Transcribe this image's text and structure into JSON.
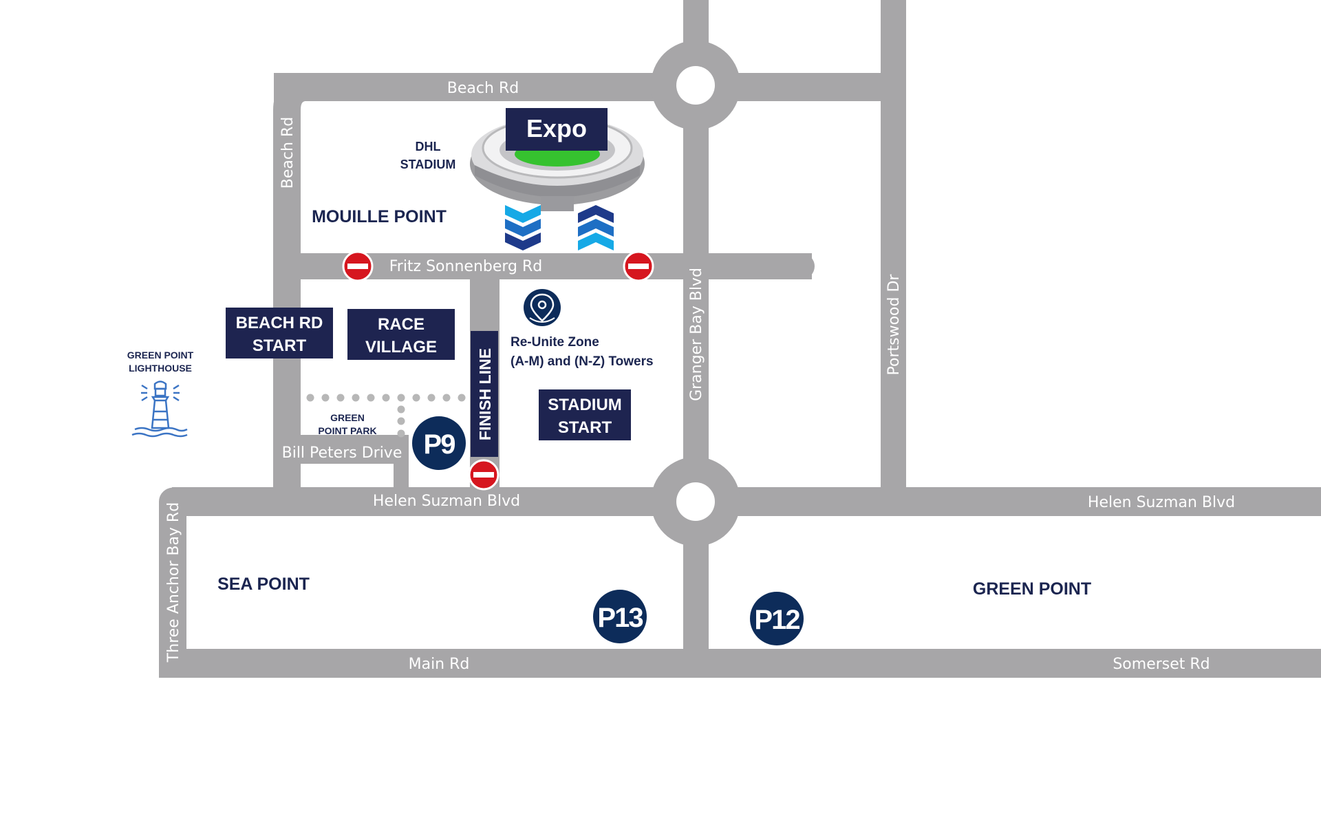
{
  "roads": {
    "beach_rd_top": "Beach Rd",
    "beach_rd_side": "Beach Rd",
    "fritz_sonnenberg": "Fritz Sonnenberg Rd",
    "granger_bay": "Granger Bay Blvd",
    "portswood": "Portswood Dr",
    "bill_peters": "Bill Peters Drive",
    "helen_suzman_left": "Helen Suzman Blvd",
    "helen_suzman_right": "Helen Suzman Blvd",
    "three_anchor_bay": "Three Anchor Bay Rd",
    "main_rd": "Main Rd",
    "somerset_rd": "Somerset Rd"
  },
  "areas": {
    "mouille_point": "MOUILLE POINT",
    "sea_point": "SEA POINT",
    "green_point": "GREEN POINT",
    "dhl_line1": "DHL",
    "dhl_line2": "STADIUM",
    "lighthouse_line1": "GREEN POINT",
    "lighthouse_line2": "LIGHTHOUSE",
    "park_line1": "GREEN",
    "park_line2": "POINT PARK"
  },
  "boxes": {
    "expo": "Expo",
    "beach_start_line1": "BEACH RD",
    "beach_start_line2": "START",
    "race_village_line1": "RACE",
    "race_village_line2": "VILLAGE",
    "finish_line": "FINISH LINE",
    "stadium_start_line1": "STADIUM",
    "stadium_start_line2": "START"
  },
  "reunite": {
    "line1": "Re-Unite Zone",
    "line2": "(A-M) and (N-Z) Towers",
    "icon": "location-pin-icon"
  },
  "parking": {
    "p9": "P9",
    "p13": "P13",
    "p12": "P12"
  },
  "icons": {
    "no_entry": "no-entry-icon",
    "lighthouse": "lighthouse-icon",
    "stadium": "stadium-icon",
    "chevrons": "chevron-arrows-icon"
  },
  "colors": {
    "road": "#a7a6a8",
    "navy": "#1e2450",
    "parking": "#0d2c5a",
    "no_entry": "#d6161f",
    "chevron_light": "#16a9e6",
    "chevron_dark": "#1e3a8a",
    "lighthouse": "#3b74c4"
  }
}
